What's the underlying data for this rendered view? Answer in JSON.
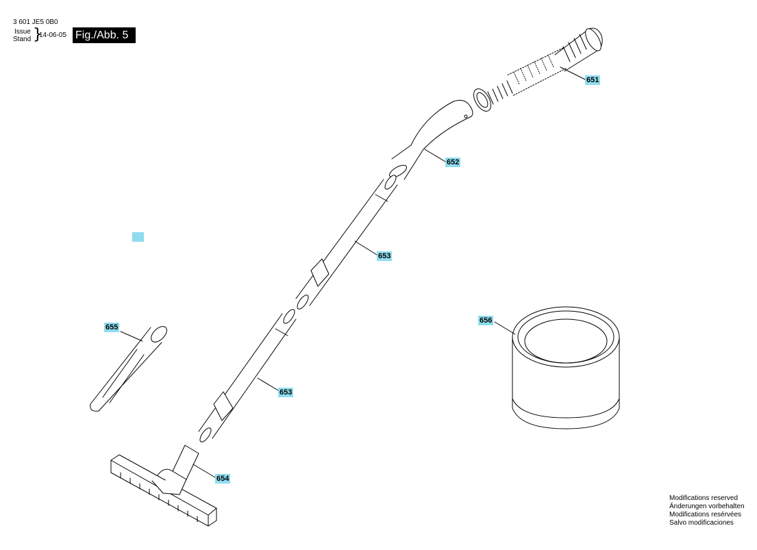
{
  "header": {
    "doc_number": "3 601 JE5 0B0",
    "issue_label": "Issue",
    "stand_label": "Stand",
    "date": "14-06-05",
    "figure_label": "Fig./Abb. 5"
  },
  "callouts": [
    "651",
    "652",
    "653",
    "653",
    "654",
    "655",
    "656"
  ],
  "notes": [
    "Modifications reserved",
    "Änderungen vorbehalten",
    "Modifications resérvées",
    "Salvo modificaciones"
  ],
  "colors": {
    "callout_bg": "#8fdcef",
    "badge_bg": "#000000",
    "line": "#000000"
  }
}
